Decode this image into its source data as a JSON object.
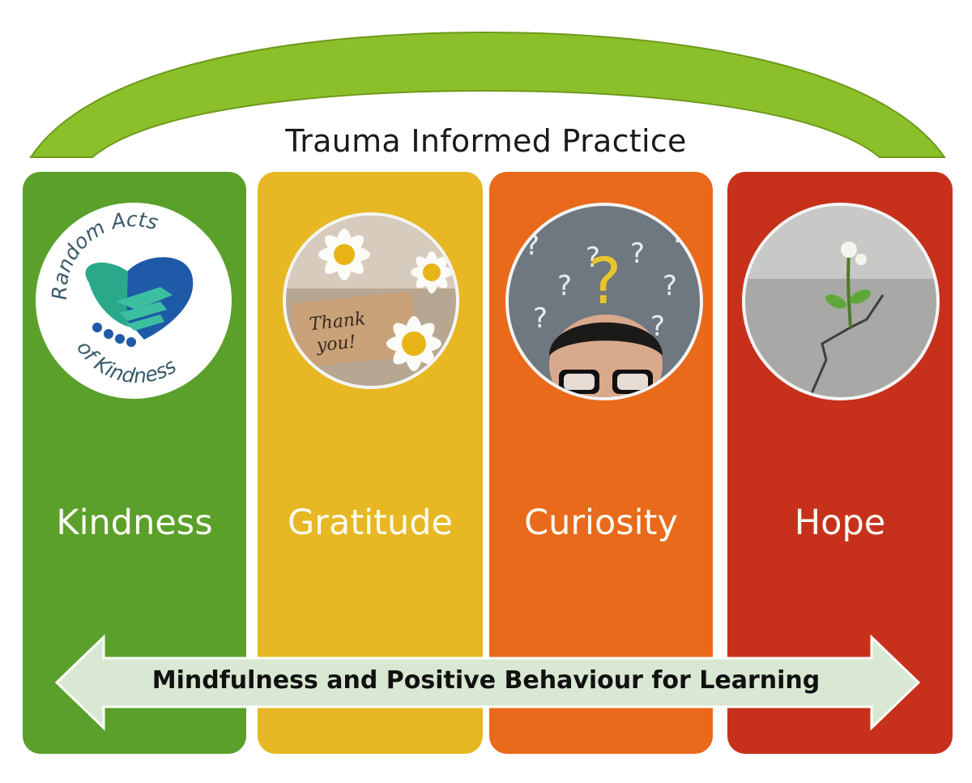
{
  "title": "Trauma Informed Practice",
  "colors": {
    "arch": "#8cc02a",
    "arch_edge": "#6e9a1d",
    "kindness": "#5aa02a",
    "gratitude": "#e7b823",
    "curiosity": "#e86a1a",
    "hope": "#c7311b",
    "banner": "#d8e8d2"
  },
  "pillars": [
    {
      "label": "Kindness",
      "icon": "handshake-heart-icon",
      "logo_top": "Random Acts",
      "logo_bottom": "of Kindness"
    },
    {
      "label": "Gratitude",
      "icon": "thank-you-daisies-image",
      "tag_text": "Thank you!"
    },
    {
      "label": "Curiosity",
      "icon": "question-marks-person-image"
    },
    {
      "label": "Hope",
      "icon": "sprout-in-concrete-image"
    }
  ],
  "banner": {
    "text": "Mindfulness and Positive Behaviour for Learning"
  }
}
